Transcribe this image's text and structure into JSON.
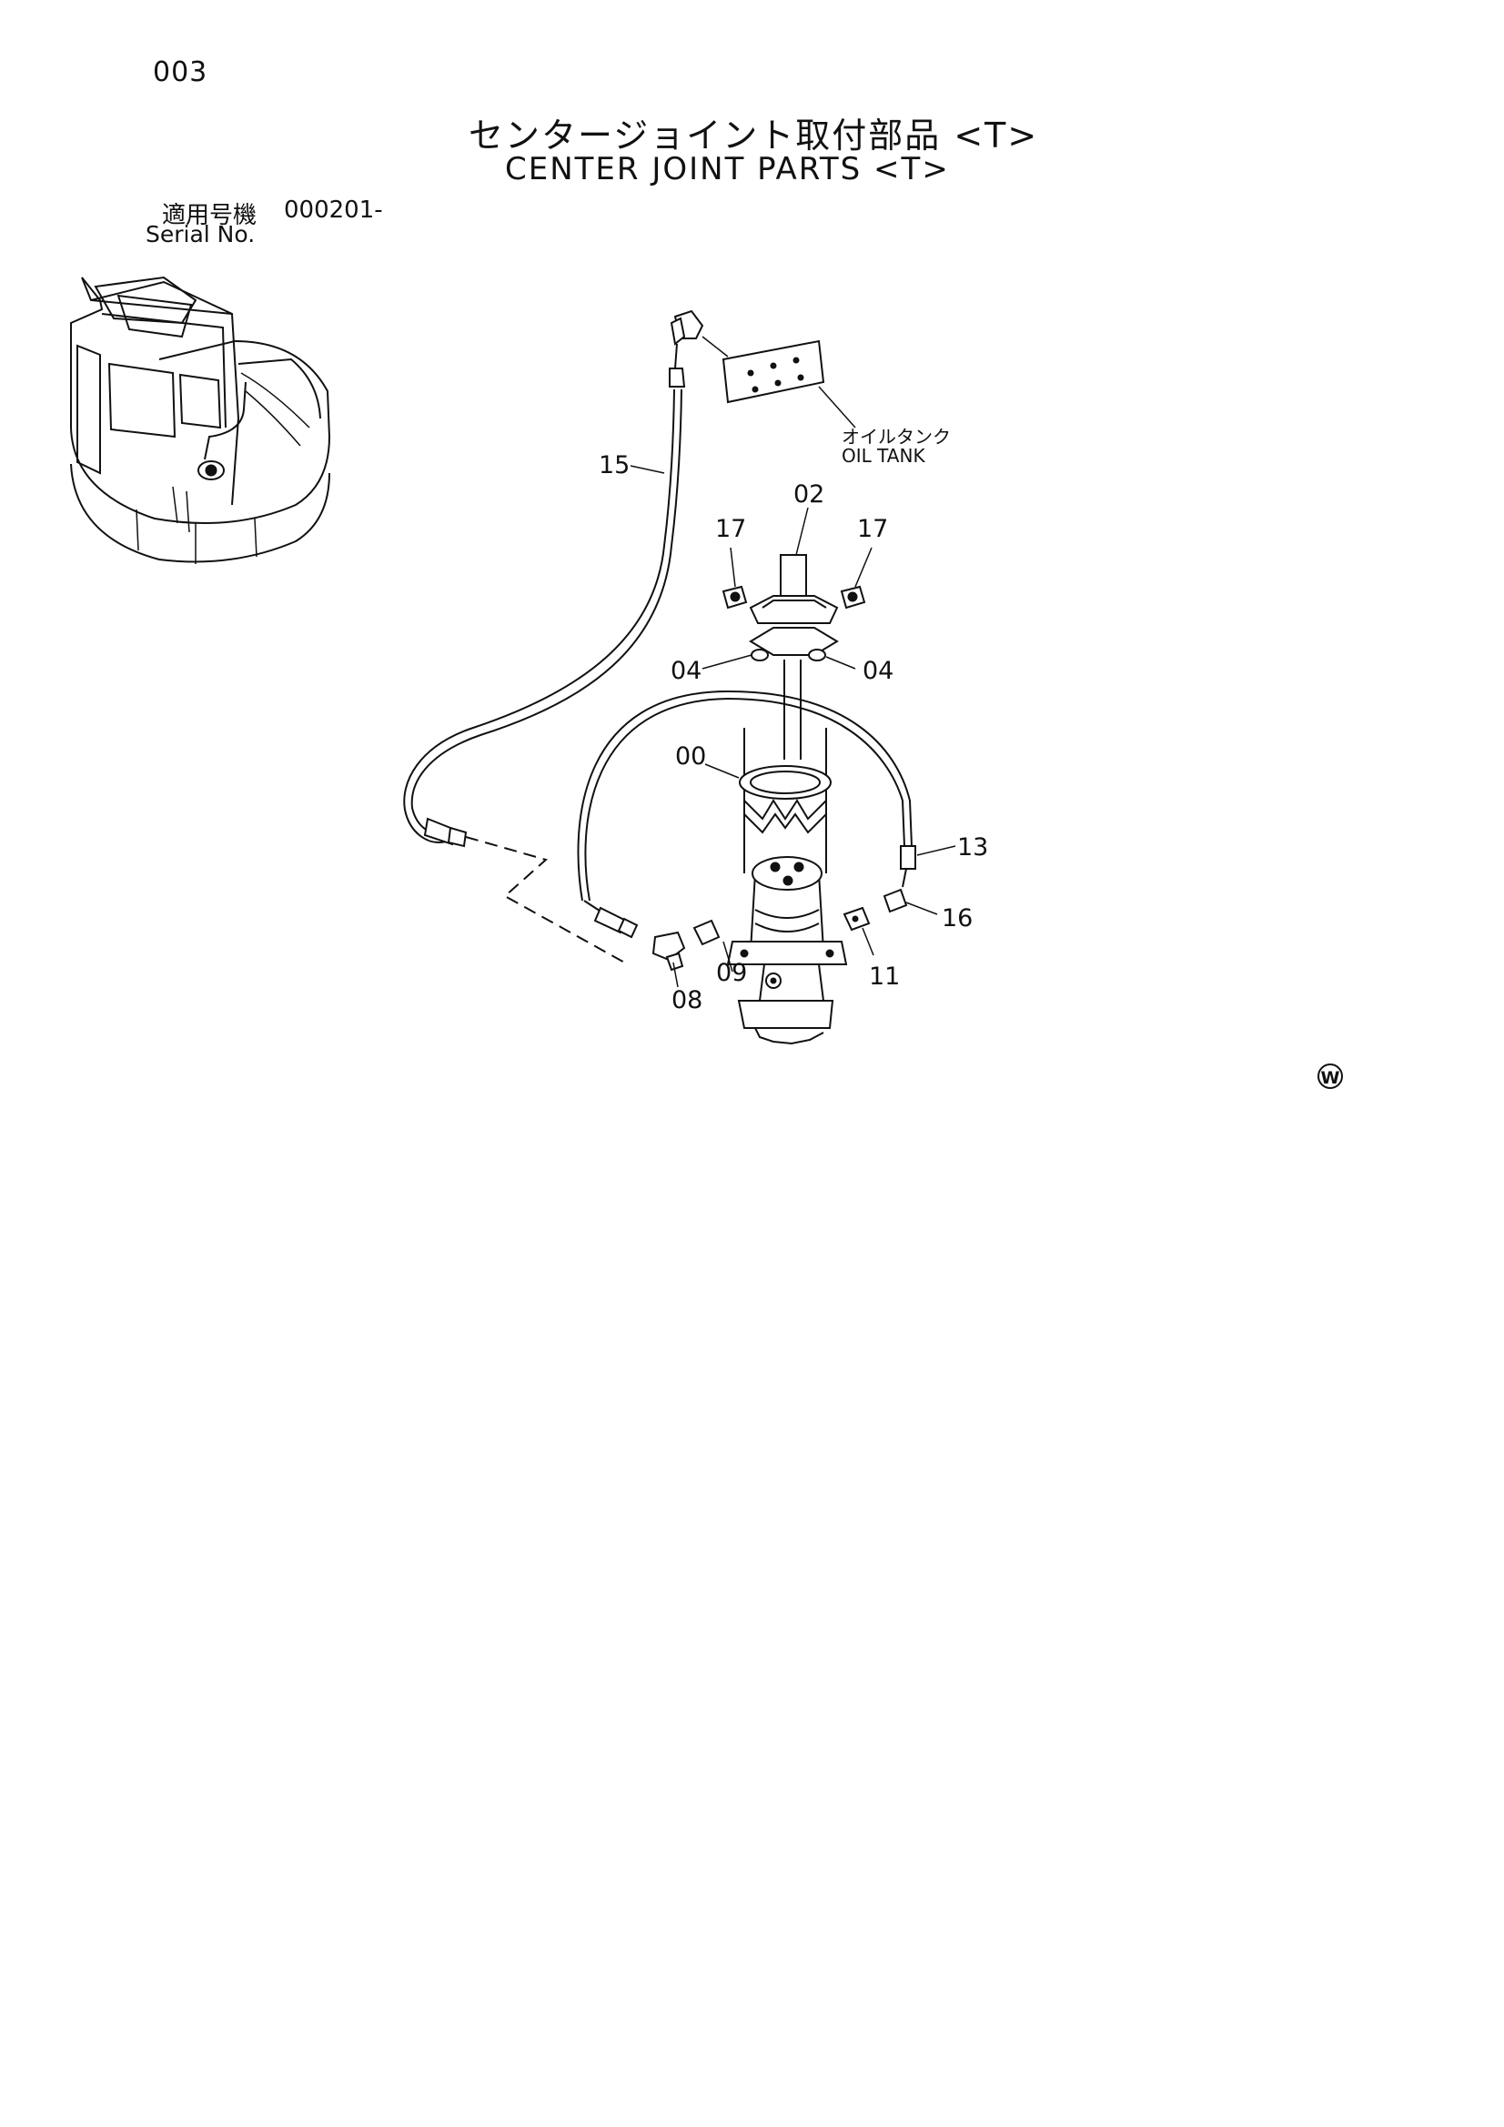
{
  "header": {
    "page_number": "003",
    "title_jp": "センタージョイント取付部品 <T>",
    "title_en": "CENTER JOINT PARTS <T>",
    "serial_label_jp": "適用号機",
    "serial_value": "000201-",
    "serial_label_en": "Serial No."
  },
  "diagram": {
    "oil_tank_jp": "オイルタンク",
    "oil_tank_en": "OIL TANK",
    "callouts": {
      "p00": "00",
      "p02": "02",
      "p04_left": "04",
      "p04_right": "04",
      "p08": "08",
      "p09": "09",
      "p11": "11",
      "p13": "13",
      "p15": "15",
      "p16": "16",
      "p17_left": "17",
      "p17_right": "17"
    },
    "mark": "W"
  }
}
